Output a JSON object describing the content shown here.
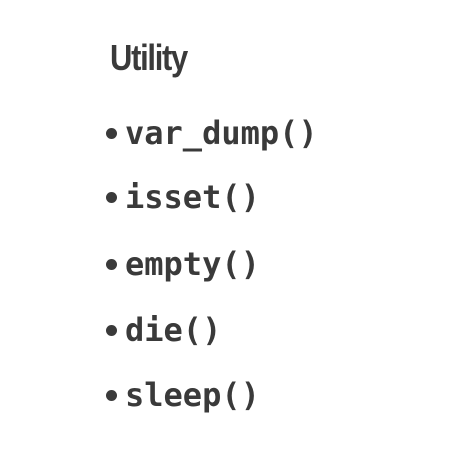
{
  "slide": {
    "heading": "Utility",
    "items": [
      {
        "label": "var_dump()"
      },
      {
        "label": "isset()"
      },
      {
        "label": "empty()"
      },
      {
        "label": "die()"
      },
      {
        "label": "sleep()"
      }
    ]
  },
  "colors": {
    "background": "#ffffff",
    "text": "#3a3a3a"
  },
  "icons": {
    "bullet": "bullet-dot-icon"
  }
}
